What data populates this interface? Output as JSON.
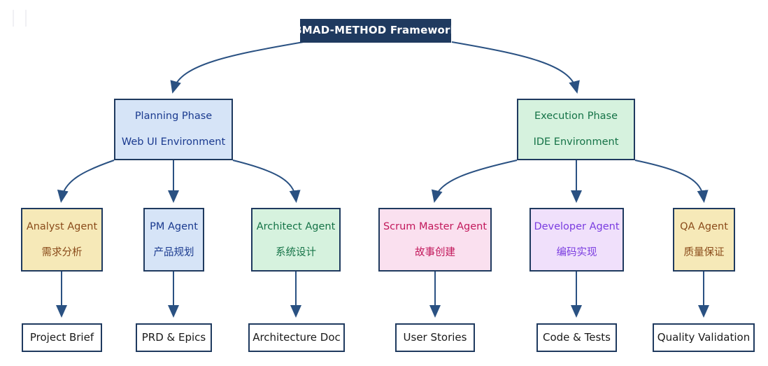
{
  "diagram": {
    "title": "BMAD-METHOD Framework",
    "type": "flowchart",
    "orientation": "top-down",
    "colors": {
      "edge": "#2a5182",
      "root_fill": "#1f3a5f",
      "root_text": "#ffffff",
      "node_border": "#1f3a5f",
      "blue_fill": "#d6e4f7",
      "blue_text": "#1a3a8f",
      "green_fill": "#d6f2de",
      "green_text": "#157347",
      "yellow_fill": "#f6e9b8",
      "yellow_text": "#8a4b1a",
      "pink_fill": "#fae0ef",
      "pink_text": "#c2185b",
      "purple_fill": "#f0e0fb",
      "purple_text": "#7a3ce0",
      "output_fill": "#ffffff",
      "output_text": "#1a1a1a",
      "background": "#ffffff"
    }
  },
  "root": {
    "label": "BMAD-METHOD Framework"
  },
  "phases": [
    {
      "id": "planning",
      "line1": "Planning Phase",
      "line2": "Web UI Environment",
      "palette": "blue"
    },
    {
      "id": "execution",
      "line1": "Execution Phase",
      "line2": "IDE Environment",
      "palette": "green"
    }
  ],
  "agents": [
    {
      "id": "analyst",
      "line1": "Analyst Agent",
      "line2": "需求分析",
      "palette": "yellow",
      "parent": "planning",
      "output": "project-brief"
    },
    {
      "id": "pm",
      "line1": "PM Agent",
      "line2": "产品规划",
      "palette": "blue",
      "parent": "planning",
      "output": "prd-epics"
    },
    {
      "id": "architect",
      "line1": "Architect Agent",
      "line2": "系统设计",
      "palette": "green",
      "parent": "planning",
      "output": "architecture-doc"
    },
    {
      "id": "scrum-master",
      "line1": "Scrum Master Agent",
      "line2": "故事创建",
      "palette": "pink",
      "parent": "execution",
      "output": "user-stories"
    },
    {
      "id": "developer",
      "line1": "Developer Agent",
      "line2": "编码实现",
      "palette": "purple",
      "parent": "execution",
      "output": "code-tests"
    },
    {
      "id": "qa",
      "line1": "QA Agent",
      "line2": "质量保证",
      "palette": "yellow",
      "parent": "execution",
      "output": "quality-validation"
    }
  ],
  "outputs": [
    {
      "id": "project-brief",
      "label": "Project Brief"
    },
    {
      "id": "prd-epics",
      "label": "PRD & Epics"
    },
    {
      "id": "architecture-doc",
      "label": "Architecture Doc"
    },
    {
      "id": "user-stories",
      "label": "User Stories"
    },
    {
      "id": "code-tests",
      "label": "Code & Tests"
    },
    {
      "id": "quality-validation",
      "label": "Quality Validation"
    }
  ]
}
